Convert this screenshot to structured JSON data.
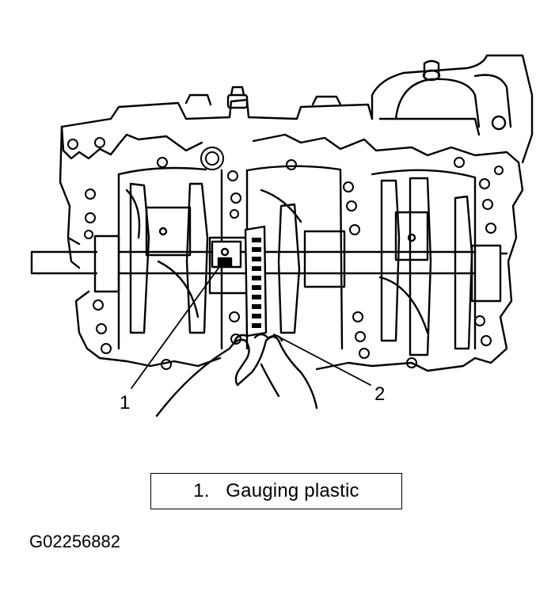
{
  "callouts": {
    "one": "1",
    "two": "2"
  },
  "legend": {
    "items": [
      {
        "number": "1.",
        "label": "Gauging plastic"
      }
    ]
  },
  "figure_id": "G02256882",
  "colors": {
    "ink": "#000000",
    "paper": "#ffffff"
  }
}
